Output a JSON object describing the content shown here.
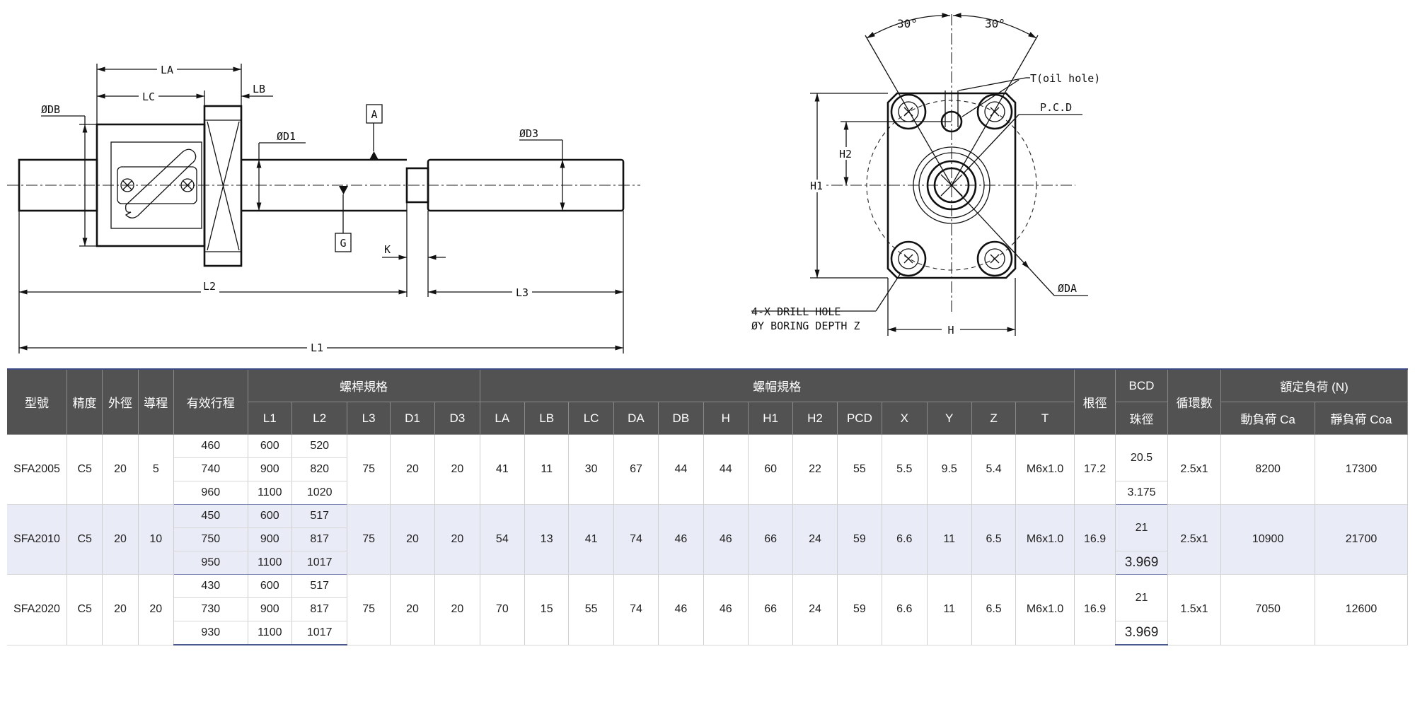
{
  "drawing_labels": {
    "la": "LA",
    "lb": "LB",
    "lc": "LC",
    "db": "ØDB",
    "d1": "ØD1",
    "d3": "ØD3",
    "a": "A",
    "g": "G",
    "k": "K",
    "l1": "L1",
    "l2": "L2",
    "l3": "L3",
    "angle_left": "30°",
    "angle_right": "30°",
    "oil_hole": "T(oil hole)",
    "pcd": "P.C.D",
    "h1": "H1",
    "h2": "H2",
    "h": "H",
    "da": "ØDA",
    "drill_line1": "4-X DRILL HOLE",
    "drill_line2": "ØY BORING DEPTH Z"
  },
  "table": {
    "headers": {
      "model": "型號",
      "precision": "精度",
      "outer_dia": "外徑",
      "lead": "導程",
      "stroke": "有效行程",
      "screw_spec": "螺桿規格",
      "nut_spec": "螺帽規格",
      "root_dia": "根徑",
      "bcd": "BCD",
      "ball_dia": "珠徑",
      "circuits": "循環數",
      "rated_load": "額定負荷 (N)",
      "dynamic": "動負荷 Ca",
      "static": "靜負荷 Coa",
      "screw_cols": [
        "L1",
        "L2",
        "L3",
        "D1",
        "D3"
      ],
      "nut_cols": [
        "LA",
        "LB",
        "LC",
        "DA",
        "DB",
        "H",
        "H1",
        "H2",
        "PCD",
        "X",
        "Y",
        "Z",
        "T"
      ]
    },
    "rows": [
      {
        "model": "SFA2005",
        "precision": "C5",
        "outer_dia": "20",
        "lead": "5",
        "sub": [
          {
            "stroke": "460",
            "l1": "600",
            "l2": "520"
          },
          {
            "stroke": "740",
            "l1": "900",
            "l2": "820"
          },
          {
            "stroke": "960",
            "l1": "1100",
            "l2": "1020"
          }
        ],
        "l3": "75",
        "d1": "20",
        "d3": "20",
        "nut": [
          "41",
          "11",
          "30",
          "67",
          "44",
          "44",
          "60",
          "22",
          "55",
          "5.5",
          "9.5",
          "5.4",
          "M6x1.0"
        ],
        "root": "17.2",
        "bcd": "20.5",
        "ball": "3.175",
        "circuits": "2.5x1",
        "ca": "8200",
        "coa": "17300"
      },
      {
        "model": "SFA2010",
        "precision": "C5",
        "outer_dia": "20",
        "lead": "10",
        "sub": [
          {
            "stroke": "450",
            "l1": "600",
            "l2": "517"
          },
          {
            "stroke": "750",
            "l1": "900",
            "l2": "817"
          },
          {
            "stroke": "950",
            "l1": "1100",
            "l2": "1017"
          }
        ],
        "l3": "75",
        "d1": "20",
        "d3": "20",
        "nut": [
          "54",
          "13",
          "41",
          "74",
          "46",
          "46",
          "66",
          "24",
          "59",
          "6.6",
          "11",
          "6.5",
          "M6x1.0"
        ],
        "root": "16.9",
        "bcd": "21",
        "ball": "3.969",
        "circuits": "2.5x1",
        "ca": "10900",
        "coa": "21700"
      },
      {
        "model": "SFA2020",
        "precision": "C5",
        "outer_dia": "20",
        "lead": "20",
        "sub": [
          {
            "stroke": "430",
            "l1": "600",
            "l2": "517"
          },
          {
            "stroke": "730",
            "l1": "900",
            "l2": "817"
          },
          {
            "stroke": "930",
            "l1": "1100",
            "l2": "1017"
          }
        ],
        "l3": "75",
        "d1": "20",
        "d3": "20",
        "nut": [
          "70",
          "15",
          "55",
          "74",
          "46",
          "46",
          "66",
          "24",
          "59",
          "6.6",
          "11",
          "6.5",
          "M6x1.0"
        ],
        "root": "16.9",
        "bcd": "21",
        "ball": "3.969",
        "circuits": "1.5x1",
        "ca": "7050",
        "coa": "12600"
      }
    ]
  }
}
